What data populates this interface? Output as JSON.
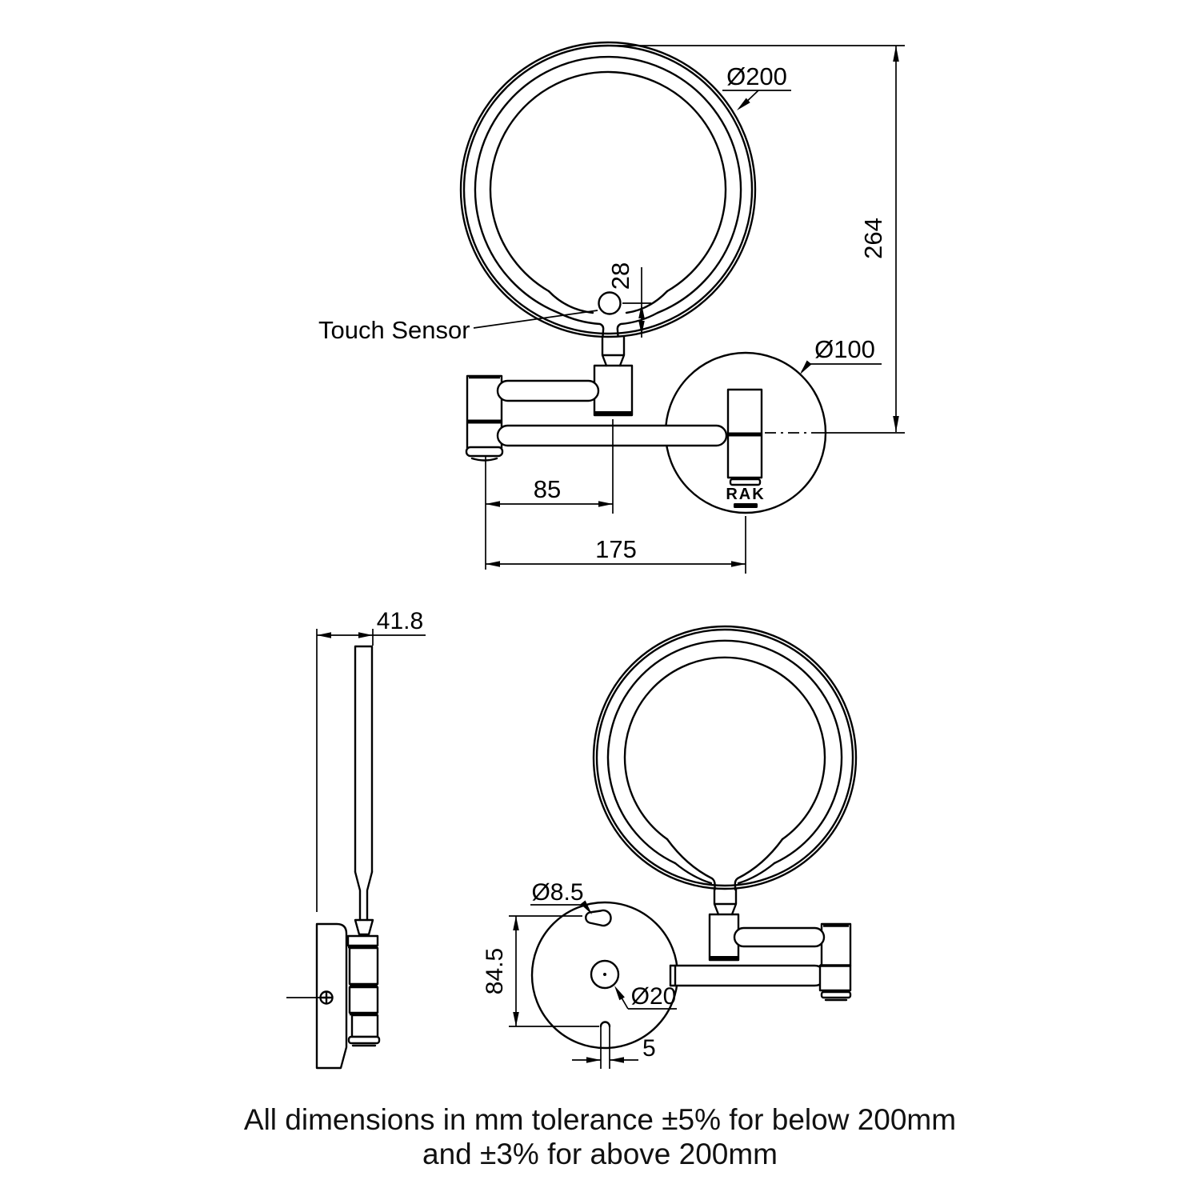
{
  "labels": {
    "touch_sensor": "Touch Sensor",
    "brand": "RAK"
  },
  "dims": {
    "mirror_diameter": "Ø200",
    "overall_height": "264",
    "sensor_offset": "28",
    "wall_plate_diameter": "Ø100",
    "arm_segment_length": "85",
    "arm_total_reach": "175",
    "profile_depth": "41.8",
    "keyhole_diameter": "Ø8.5",
    "mounting_hole_spacing": "84.5",
    "center_hole_diameter": "Ø20",
    "bottom_slot_width": "5"
  },
  "note": {
    "line1": "All dimensions in mm tolerance ±5% for below 200mm",
    "line2": "and ±3% for above 200mm"
  },
  "colors": {
    "line": "#000000",
    "background": "#ffffff"
  }
}
